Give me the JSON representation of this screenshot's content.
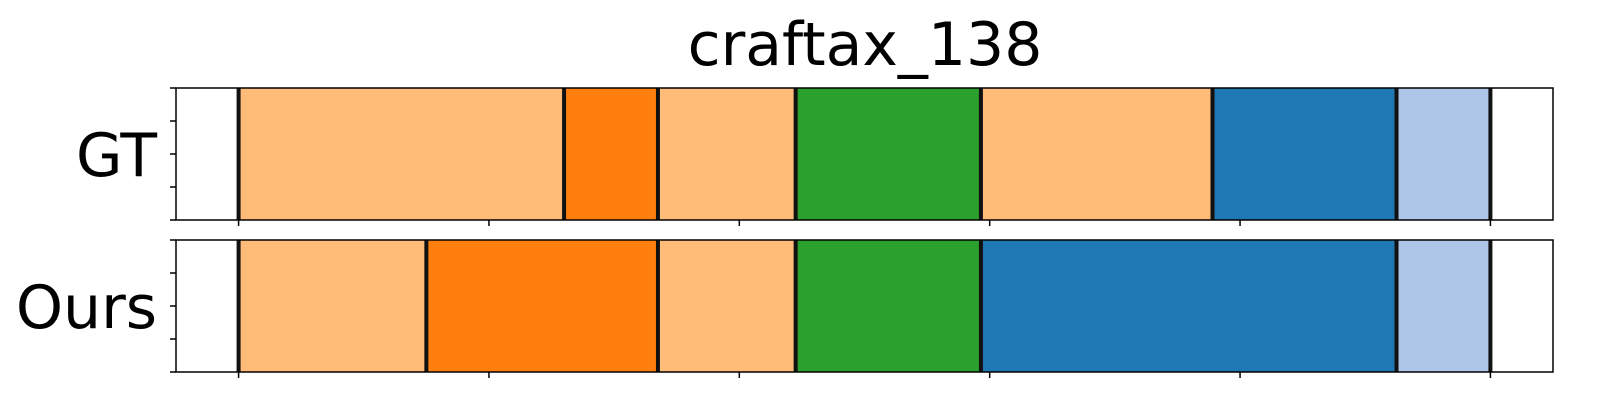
{
  "chart_data": {
    "type": "segmentation-timeline",
    "title": "craftax_138",
    "xlim": [
      0,
      100
    ],
    "x_ticks": [
      5,
      25,
      45,
      65,
      85,
      105
    ],
    "y_ticks_per_row": 5,
    "boundary_color": "#111111",
    "rows": [
      {
        "label": "GT",
        "segments": [
          {
            "start": 5.0,
            "end": 31.0,
            "color": "#ffbb78"
          },
          {
            "start": 31.0,
            "end": 38.5,
            "color": "#ff7f0e"
          },
          {
            "start": 38.5,
            "end": 49.5,
            "color": "#ffbb78"
          },
          {
            "start": 49.5,
            "end": 64.3,
            "color": "#2ca02c"
          },
          {
            "start": 64.3,
            "end": 82.8,
            "color": "#ffbb78"
          },
          {
            "start": 82.8,
            "end": 97.5,
            "color": "#1f77b4"
          },
          {
            "start": 97.5,
            "end": 105.0,
            "color": "#aec7e8"
          }
        ]
      },
      {
        "label": "Ours",
        "segments": [
          {
            "start": 5.0,
            "end": 20.0,
            "color": "#ffbb78"
          },
          {
            "start": 20.0,
            "end": 38.5,
            "color": "#ff7f0e"
          },
          {
            "start": 38.5,
            "end": 49.5,
            "color": "#ffbb78"
          },
          {
            "start": 49.5,
            "end": 64.3,
            "color": "#2ca02c"
          },
          {
            "start": 64.3,
            "end": 97.5,
            "color": "#1f77b4"
          },
          {
            "start": 97.5,
            "end": 105.0,
            "color": "#aec7e8"
          }
        ]
      }
    ]
  }
}
